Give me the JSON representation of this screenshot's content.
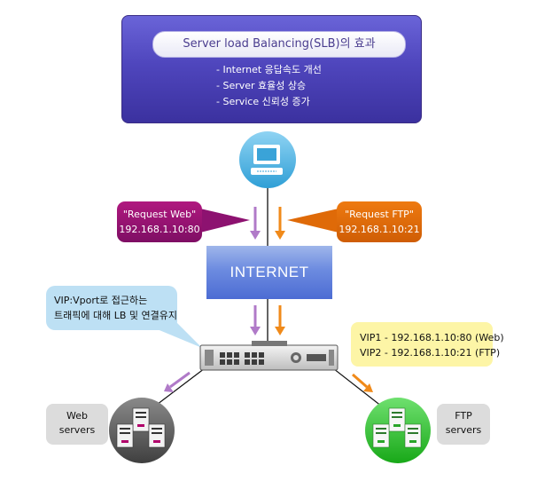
{
  "benefits": {
    "title": "Server load Balancing(SLB)의 효과",
    "items": [
      "- Internet 응답속도 개선",
      "- Server 효율성 상승",
      "- Service 신뢰성 증가"
    ]
  },
  "internet": {
    "label": "INTERNET"
  },
  "request_web": {
    "line1": "\"Request Web\"",
    "line2": "192.168.1.10:80"
  },
  "request_ftp": {
    "line1": "\"Request FTP\"",
    "line2": "192.168.1.10:21"
  },
  "vip_note": {
    "line1": "VIP:Vport로 접근하는",
    "line2": "트래픽에 대해 LB 및 연결유지"
  },
  "vip_list": {
    "line1": "VIP1 - 192.168.1.10:80 (Web)",
    "line2": "VIP2 - 192.168.1.10:21 (FTP)"
  },
  "web_servers": {
    "line1": "Web",
    "line2": "servers"
  },
  "ftp_servers": {
    "line1": "FTP",
    "line2": "servers"
  },
  "colors": {
    "web_arrow": "#b07ac8",
    "ftp_arrow": "#f08a1a",
    "web_circle": "#5b5b5b",
    "ftp_circle": "#2fbf2f",
    "client_circle": "#5ab8e4"
  }
}
